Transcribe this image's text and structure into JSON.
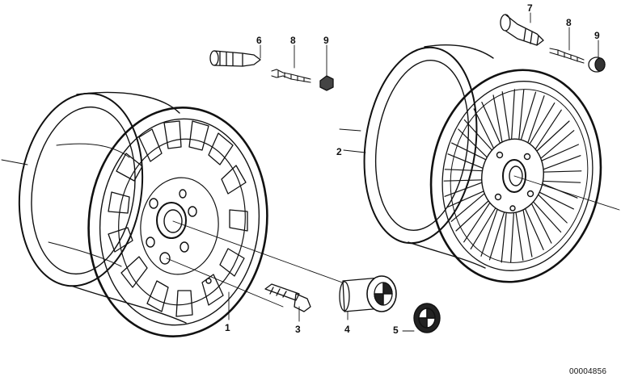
{
  "labels": {
    "l1": "1",
    "l2": "2",
    "l3": "3",
    "l4": "4",
    "l5": "5",
    "l6": "6",
    "l7": "7",
    "l8a": "8",
    "l8b": "8",
    "l9a": "9",
    "l9b": "9"
  },
  "diagram_code": "00004856"
}
